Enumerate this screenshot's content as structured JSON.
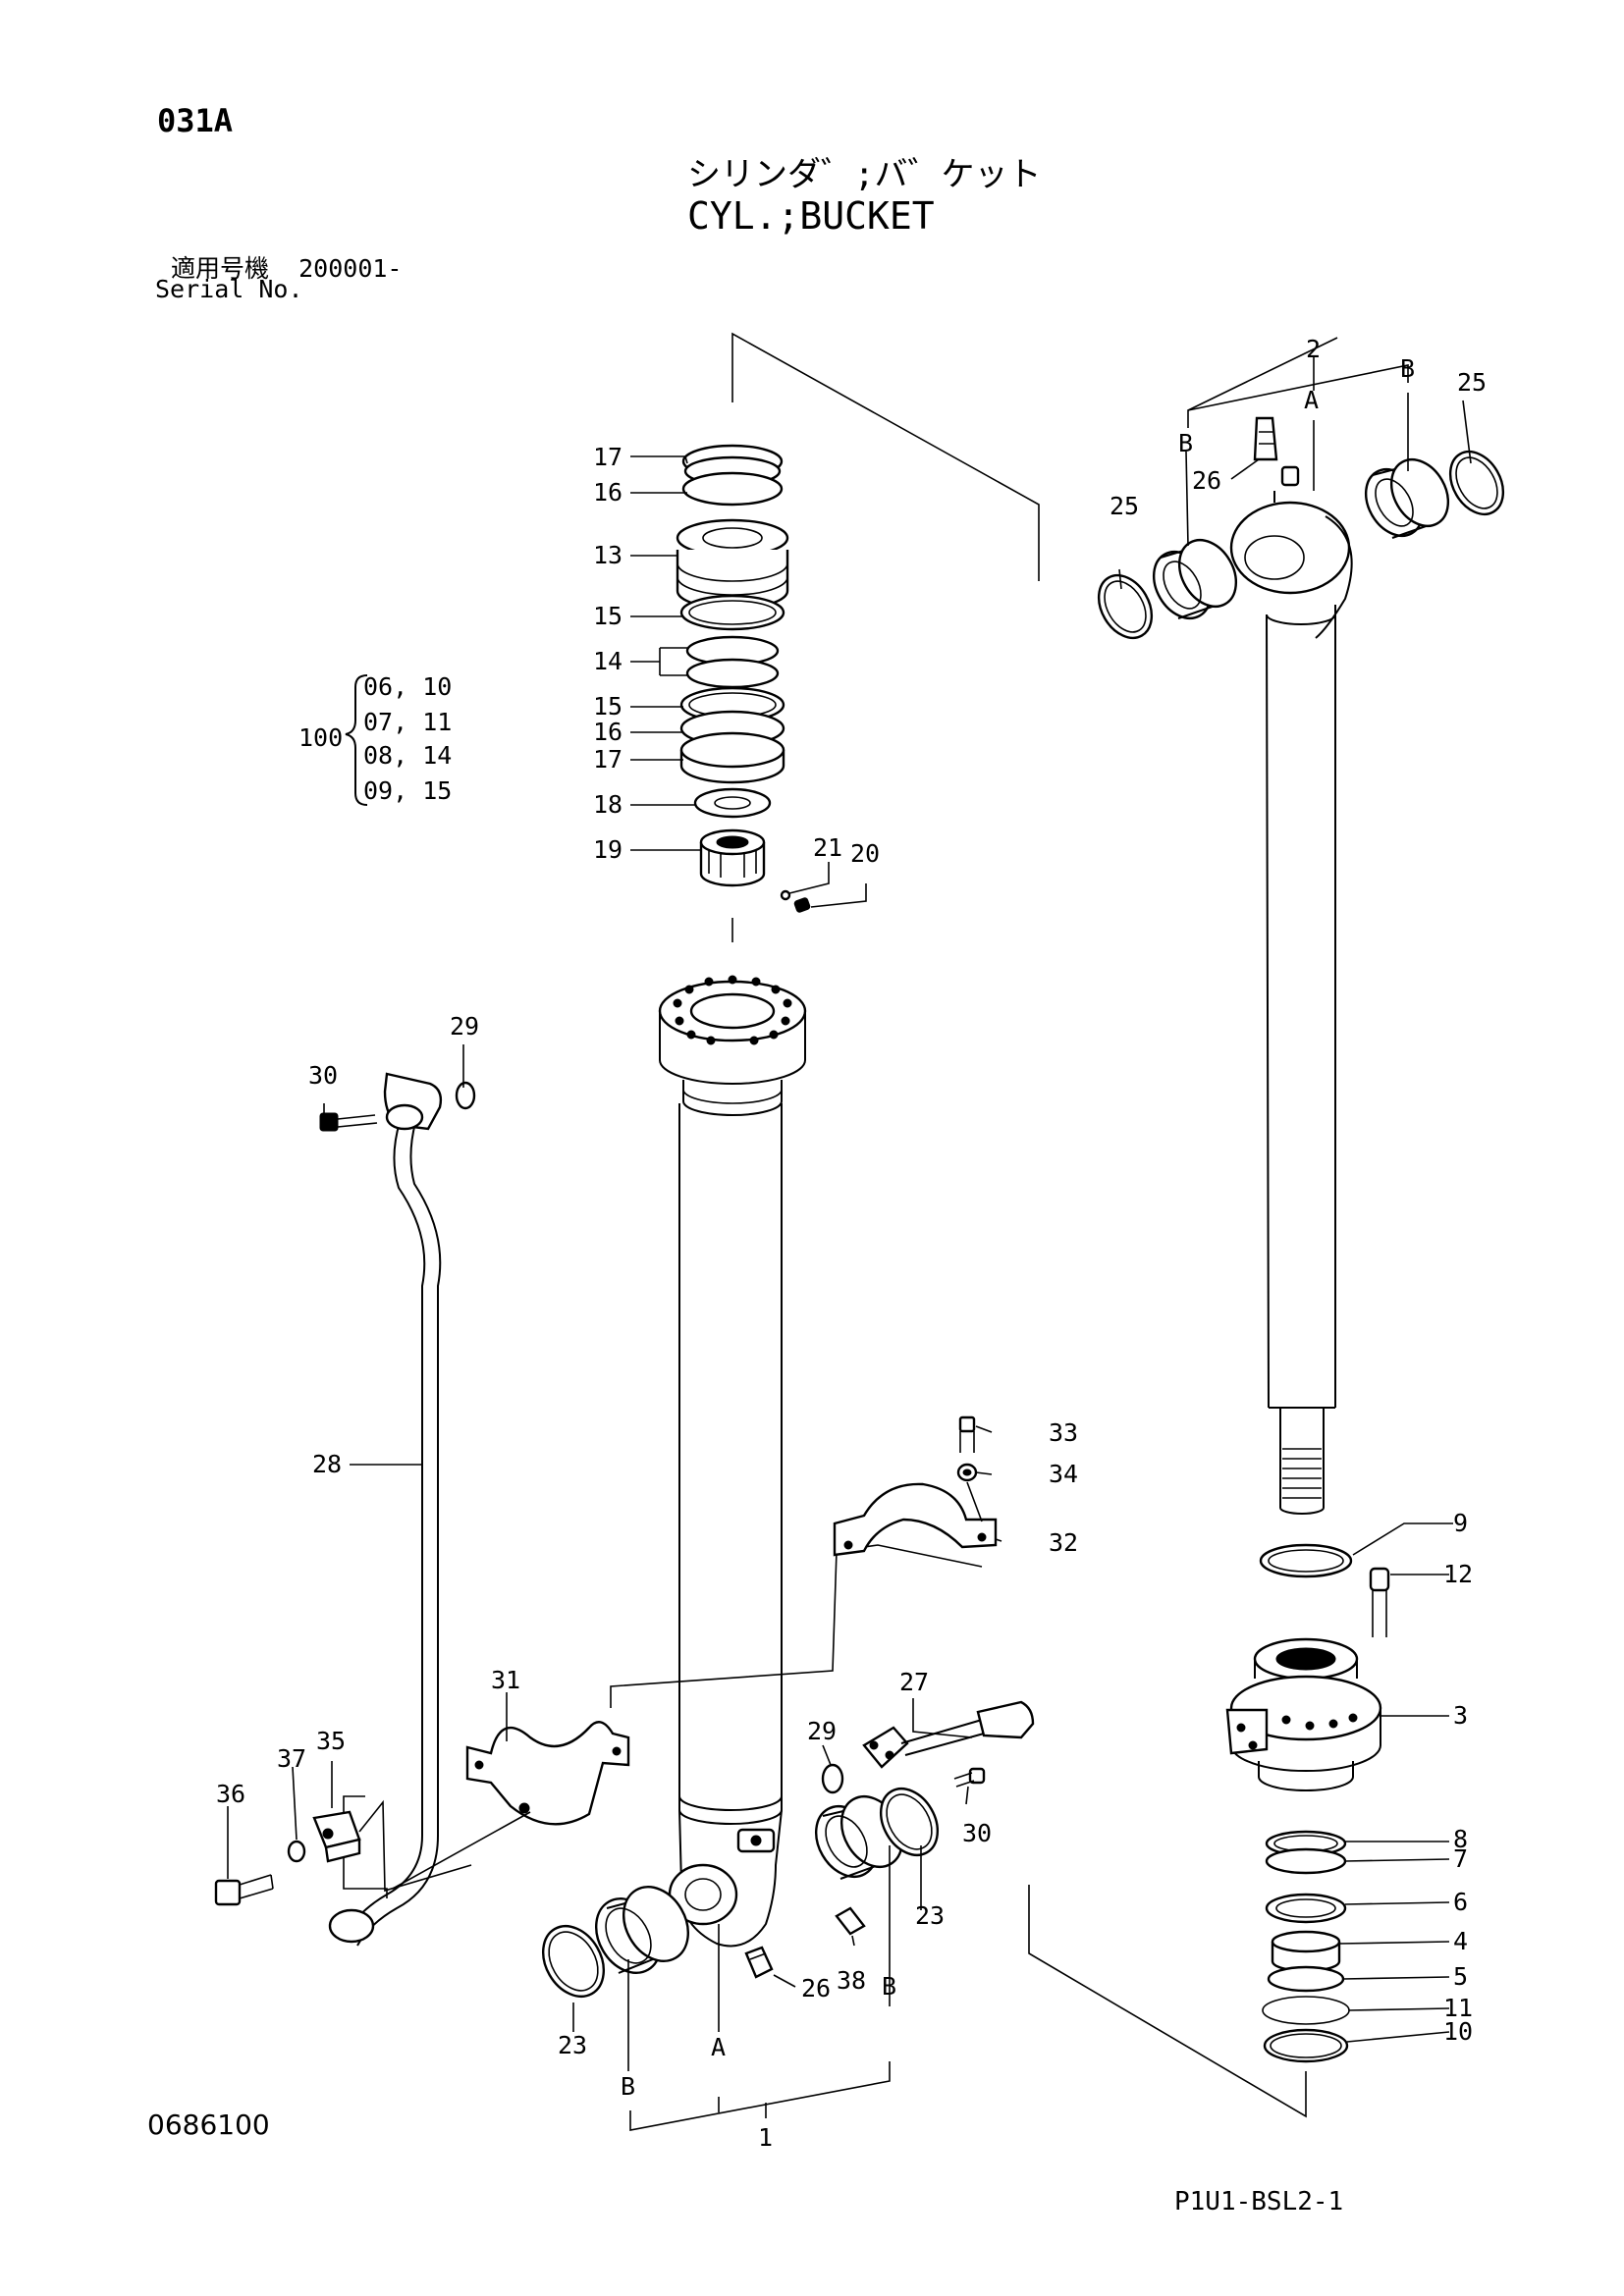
{
  "header": {
    "page_code": "031A",
    "title_jp": "シリンダ゛;バ゛ケット",
    "title_en": "CYL.;BUCKET",
    "serial_label_jp": "適用号機",
    "serial_value": "200001-",
    "serial_label_en": "Serial No."
  },
  "footer": {
    "left_code": "0686100",
    "right_code": "P1U1-BSL2-1"
  },
  "kit": {
    "number": "100",
    "items": [
      "06, 10",
      "07, 11",
      "08, 14",
      "09, 15"
    ]
  },
  "callouts": {
    "c1": "1",
    "c2": "2",
    "c3": "3",
    "c4": "4",
    "c5": "5",
    "c6": "6",
    "c7": "7",
    "c8": "8",
    "c9": "9",
    "c10": "10",
    "c11": "11",
    "c12": "12",
    "c13": "13",
    "c14": "14",
    "c15a": "15",
    "c15b": "15",
    "c16a": "16",
    "c16b": "16",
    "c17a": "17",
    "c17b": "17",
    "c18": "18",
    "c19": "19",
    "c20": "20",
    "c21": "21",
    "c23a": "23",
    "c23b": "23",
    "c25a": "25",
    "c25b": "25",
    "c26a": "26",
    "c26b": "26",
    "c27": "27",
    "c28": "28",
    "c29a": "29",
    "c29b": "29",
    "c30a": "30",
    "c30b": "30",
    "c31": "31",
    "c32": "32",
    "c33": "33",
    "c34": "34",
    "c35": "35",
    "c36": "36",
    "c37": "37",
    "c38": "38",
    "A1": "A",
    "A2": "A",
    "B1": "B",
    "B2": "B",
    "B3": "B",
    "B4": "B"
  }
}
